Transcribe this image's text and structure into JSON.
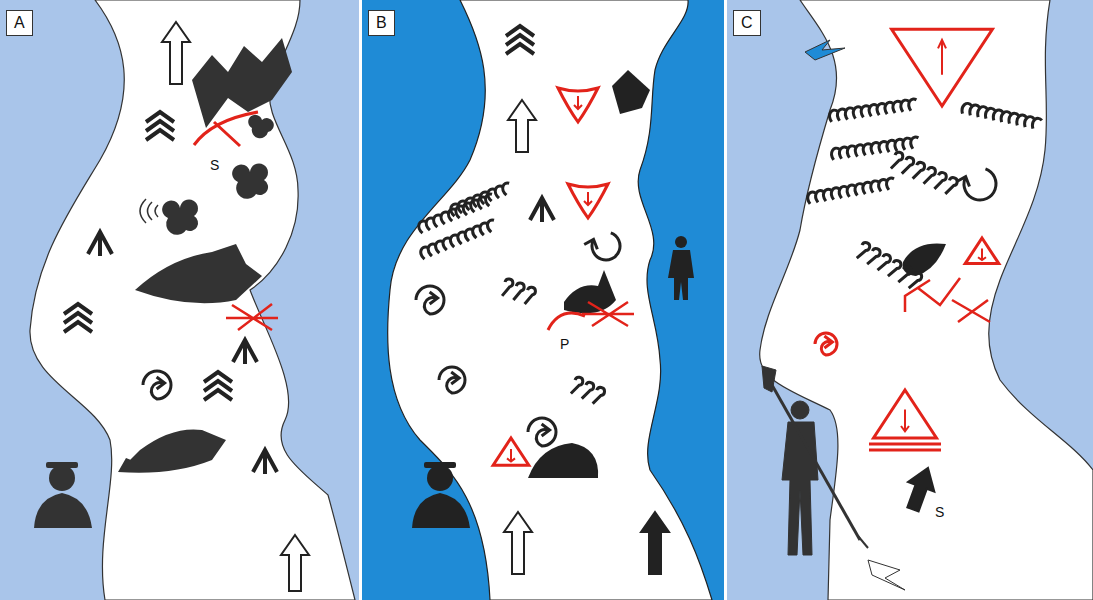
{
  "diagram": {
    "labels": [
      "A",
      "B",
      "C",
      "S",
      "P",
      "S"
    ]
  }
}
